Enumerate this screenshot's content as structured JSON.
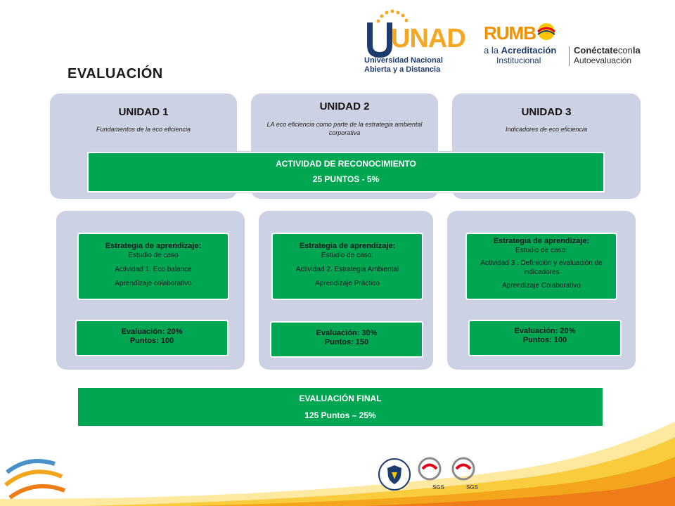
{
  "header": {
    "unad_logo": {
      "wordmark": "UNAD",
      "line1": "Universidad Nacional",
      "line2": "Abierta y a Distancia"
    },
    "rumbo_logo": {
      "wordmark": "RUMB",
      "line1_prefix": "a la ",
      "line1_bold": "Acreditación",
      "line2": "Institucional",
      "right_bold": "Conéctate",
      "right_thin": "con",
      "right_bold2": "la",
      "right_line2": "Autoevaluación"
    }
  },
  "page_title": "EVALUACIÓN",
  "units": [
    {
      "title": "UNIDAD 1",
      "subtitle": "Fundamentos de la eco eficiencia"
    },
    {
      "title": "UNIDAD 2",
      "subtitle": "LA eco eficiencia como parte de la estrategia ambiental corporativa"
    },
    {
      "title": "UNIDAD 3",
      "subtitle": "Indicadores de eco eficiencia"
    }
  ],
  "recognition": {
    "line1": "ACTIVIDAD DE RECONOCIMIENTO",
    "line2": "25 PUNTOS  - 5%"
  },
  "strategies": [
    {
      "title": "Estrategia de aprendizaje:",
      "type": "Estudio de caso",
      "activity": "Actividad 1. Eco balance",
      "mode": "Aprendizaje  colaborativo",
      "eval_line1": "Evaluación:  20%",
      "eval_line2": "Puntos: 100"
    },
    {
      "title": "Estrategia de aprendizaje:",
      "type": "Estudio de caso:",
      "activity": "Actividad 2. Estrategia  Ambiental",
      "mode": "Aprendizaje  Práctico",
      "eval_line1": "Evaluación:  30%",
      "eval_line2": "Puntos: 150"
    },
    {
      "title": "Estrategia de aprendizaje:",
      "type": "Estudio de caso:",
      "activity": "Actividad  3 .  Definición y evaluación de indicadores",
      "mode": "Aprendizaje  Colaborativo",
      "eval_line1": "Evaluación:  20%",
      "eval_line2": "Puntos: 100"
    }
  ],
  "final_eval": {
    "line1": "EVALUACIÓN FINAL",
    "line2": "125 Puntos – 25%"
  },
  "footer": {
    "seal1": "SGS",
    "seal2": "SGS"
  },
  "colors": {
    "green": "#00a651",
    "unit_bg": "#ccd2e4",
    "unad_blue": "#1d3c6e",
    "accent_orange": "#f5a623",
    "accent_yellow": "#f7c600"
  },
  "icons": [
    "unad-logo",
    "rumbo-logo",
    "swoosh-decoration",
    "shield-seal-icon",
    "sgs-seal-icon"
  ]
}
